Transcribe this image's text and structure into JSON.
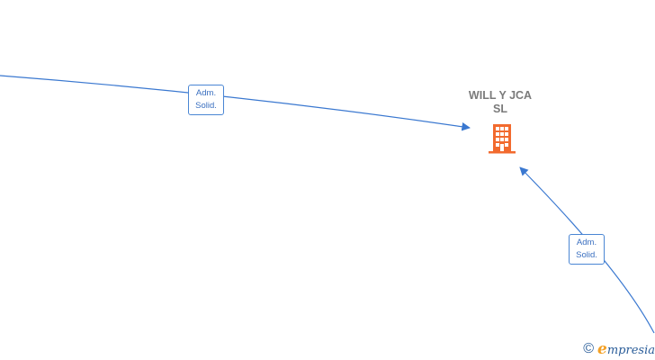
{
  "company": {
    "name_line1": "WILL Y JCA",
    "name_line2": "SL",
    "icon": "building-icon",
    "icon_color": "#f26a2e"
  },
  "edges": [
    {
      "label_line1": "Adm.",
      "label_line2": "Solid."
    },
    {
      "label_line1": "Adm.",
      "label_line2": "Solid."
    }
  ],
  "colors": {
    "edge": "#3a78d0",
    "label_text": "#7a7a7a"
  },
  "footer": {
    "copyright_symbol": "©",
    "brand_initial": "e",
    "brand_rest": "mpresia"
  }
}
